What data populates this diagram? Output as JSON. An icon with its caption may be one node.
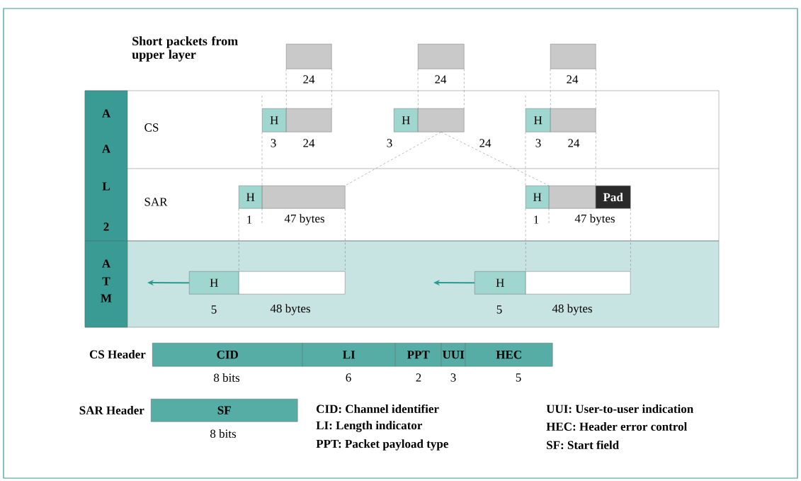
{
  "diagram": {
    "nodes": [
      {
        "text": [],
        "shape": "box"
      },
      {
        "text": [],
        "shape": "box"
      },
      {
        "text": [],
        "shape": "box"
      },
      {
        "text": [
          "H"
        ]
      },
      {
        "text": [],
        "shape": "box"
      },
      {
        "text": [
          "H"
        ]
      },
      {
        "text": [],
        "shape": "box"
      },
      {
        "text": [
          "H"
        ]
      },
      {
        "text": [],
        "shape": "box"
      },
      {
        "text": [
          "H"
        ]
      },
      {
        "text": [],
        "shape": "box"
      },
      {
        "text": [
          "H"
        ]
      },
      {
        "text": [],
        "shape": "box"
      },
      {
        "text": [
          "Pad"
        ]
      },
      {
        "text": [
          "H"
        ]
      },
      {
        "text": [],
        "shape": "box"
      },
      {
        "text": [
          "H"
        ]
      },
      {
        "text": [],
        "shape": "box"
      },
      {
        "text": [
          "CID"
        ]
      },
      {
        "text": [
          "LI"
        ]
      },
      {
        "text": [
          "PPT"
        ]
      },
      {
        "text": [
          "UUI"
        ]
      },
      {
        "text": [
          "HEC"
        ]
      },
      {
        "text": [
          "SF"
        ]
      }
    ],
    "edges": [
      {
        "from": 6,
        "to": 10,
        "arrow": "none",
        "style": "dashed"
      },
      {
        "from": 6,
        "to": 12,
        "arrow": "none",
        "style": "dashed"
      },
      {
        "from": 14,
        "to": null,
        "arrow": "to",
        "color": "#2a9a8e"
      },
      {
        "from": 16,
        "to": null,
        "arrow": "to",
        "color": "#2a9a8e"
      },
      {
        "from": 0,
        "to": 3,
        "arrow": "none",
        "style": "dashed"
      },
      {
        "from": 0,
        "to": 4,
        "arrow": "none",
        "style": "dashed"
      },
      {
        "from": 1,
        "to": 5,
        "arrow": "none",
        "style": "dashed"
      },
      {
        "from": 1,
        "to": 6,
        "arrow": "none",
        "style": "dashed"
      },
      {
        "from": 2,
        "to": 7,
        "arrow": "none",
        "style": "dashed"
      },
      {
        "from": 2,
        "to": 8,
        "arrow": "none",
        "style": "dashed"
      },
      {
        "from": 8,
        "to": 13,
        "arrow": "none",
        "style": "dashed"
      },
      {
        "from": 3,
        "to": 10,
        "arrow": "none",
        "style": "dashed"
      },
      {
        "from": 7,
        "to": 11,
        "arrow": "none",
        "style": "dashed"
      },
      {
        "from": 9,
        "to": 14,
        "arrow": "none",
        "style": "dashed"
      },
      {
        "from": 10,
        "to": 15,
        "arrow": "none",
        "style": "dashed"
      },
      {
        "from": 11,
        "to": 16,
        "arrow": "none",
        "style": "dashed"
      },
      {
        "from": 13,
        "to": 17,
        "arrow": "none",
        "style": "dashed"
      }
    ],
    "labels": [
      "Short packets from upper layer",
      "24",
      "24",
      "24",
      "A",
      "CS",
      "3",
      "24",
      "3",
      "24",
      "3",
      "24",
      "A",
      "L",
      "SAR",
      "2",
      "1",
      "47 bytes",
      "1",
      "47 bytes",
      "A",
      "T",
      "M",
      "5",
      "48 bytes",
      "5",
      "48 bytes",
      "CS Header",
      "8 bits",
      "6",
      "2",
      "3",
      "5",
      "SAR Header",
      "CID: Channel identifier",
      "UUI: User-to-user indication",
      "8 bits",
      "LI: Length indicator",
      "HEC: Header error control",
      "PPT: Packet payload type",
      "SF: Start field"
    ]
  }
}
